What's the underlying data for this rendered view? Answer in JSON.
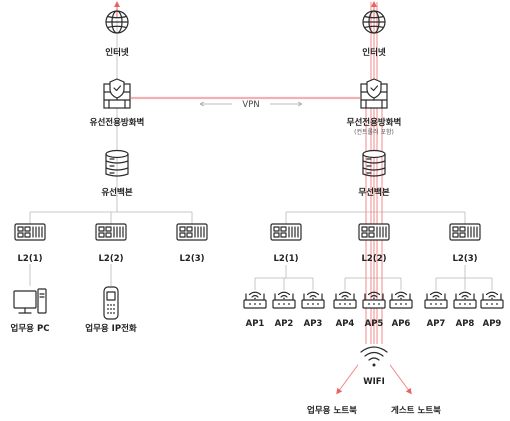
{
  "colors": {
    "line_gray": "#b9b9b9",
    "highlight_red": "#f08a8a",
    "arrow_red": "#e56464",
    "icon_dark": "#2b2b2b"
  },
  "wired": {
    "internet_label": "인터넷",
    "firewall_label": "유선전용방화벽",
    "backbone_label": "유선백본",
    "switches": [
      "L2(1)",
      "L2(2)",
      "L2(3)"
    ],
    "endpoints": [
      "업무용 PC",
      "업무용 IP전화"
    ]
  },
  "vpn_label": "VPN",
  "wireless": {
    "internet_label": "인터넷",
    "firewall_label": "무선전용방화벽",
    "firewall_sub": "(컨트롤러 포함)",
    "backbone_label": "무선백본",
    "switches": [
      "L2(1)",
      "L2(2)",
      "L2(3)"
    ],
    "aps": [
      "AP1",
      "AP2",
      "AP3",
      "AP4",
      "AP5",
      "AP6",
      "AP7",
      "AP8",
      "AP9"
    ],
    "wifi_label": "WIFI",
    "clients": [
      "업무용 노트북",
      "게스트 노트북"
    ]
  },
  "icons": {
    "internet": "globe-icon",
    "firewall": "firewall-icon",
    "backbone": "server-icon",
    "switch": "switch-icon",
    "ap": "access-point-icon",
    "pc": "desktop-pc-icon",
    "phone": "ip-phone-icon",
    "wifi": "wifi-icon"
  }
}
